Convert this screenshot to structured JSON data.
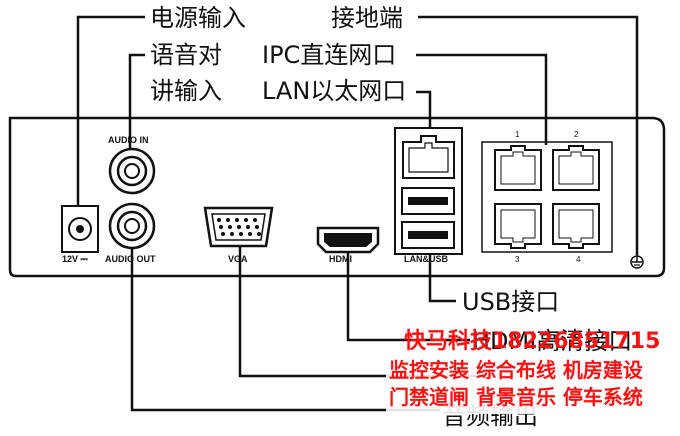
{
  "callouts": {
    "power_input": "电源输入",
    "ground": "接地端",
    "audio_intercom_line1": "语音对",
    "audio_intercom_line2": "讲输入",
    "ipc_direct": "IPC直连网口",
    "lan_port": "LAN以太网口",
    "usb_port": "USB接口",
    "hdmi_output": "HDMI高清接口",
    "audio_output": "音频输出"
  },
  "panel_labels": {
    "audio_in": "AUDIO IN",
    "audio_out": "AUDIO OUT",
    "dc_in": "12V ⎓",
    "vga": "VGA",
    "hdmi": "HDMI",
    "lan_usb": "LAN&USB",
    "port_1": "1",
    "port_2": "2",
    "port_3": "3",
    "port_4": "4"
  },
  "watermark": {
    "company": "快马科技",
    "phone": "18226851715",
    "line1": "监控安装  综合布线  机房建设",
    "line2": "门禁道闸  背景音乐  停车系统"
  },
  "colors": {
    "line": "#111111",
    "watermark_red": "#ff1010"
  }
}
